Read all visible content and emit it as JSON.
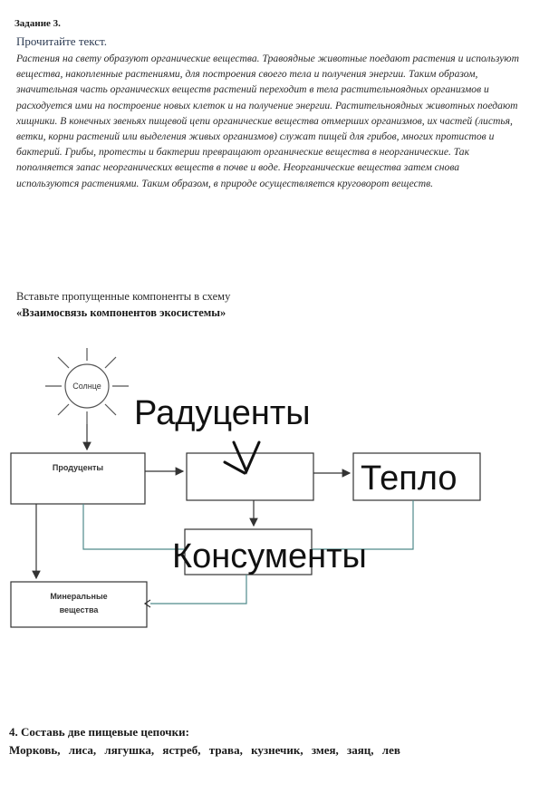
{
  "task": {
    "title": "Задание 3.",
    "read_label": "Прочитайте текст.",
    "passage": "Растения на свету образуют органические вещества. Травоядные животные поедают растения и используют вещества, накопленные растениями, для построения своего тела и получения энергии. Таким образом, значительная часть органических веществ растений переходит в тела растительноядных организмов и расходуется ими на построение новых клеток и на получение энергии. Растительноядных животных поедают хищники. В конечных звеньях пищевой цепи органические вещества отмерших организмов, их частей (листья, ветки, корни растений или выделения живых организмов) служат пищей для грибов, многих протистов и бактерий. Грибы, протесты и бактерии превращают органические вещества в неорганические. Так пополняется запас неорганических веществ в почве и воде. Неорганические вещества затем снова используются растениями. Таким образом, в природе осуществляется круговорот веществ."
  },
  "instruction": "Вставьте пропущенные компоненты в схему",
  "scheme_title": "«Взаимосвязь компонентов экосистемы»",
  "diagram": {
    "sun": "Солнце",
    "producers": "Продуценты",
    "minerals_line1": "Минеральные",
    "minerals_line2": "вещества",
    "hand_reducers": "Радуценты",
    "hand_heat": "Тепло",
    "hand_consumers": "Консументы"
  },
  "task4": {
    "title": "4. Составь две пищевые цепочки:",
    "list": "Морковь, лиса, лягушка, ястреб, трава, кузнечик, змея, заяц, лев"
  }
}
